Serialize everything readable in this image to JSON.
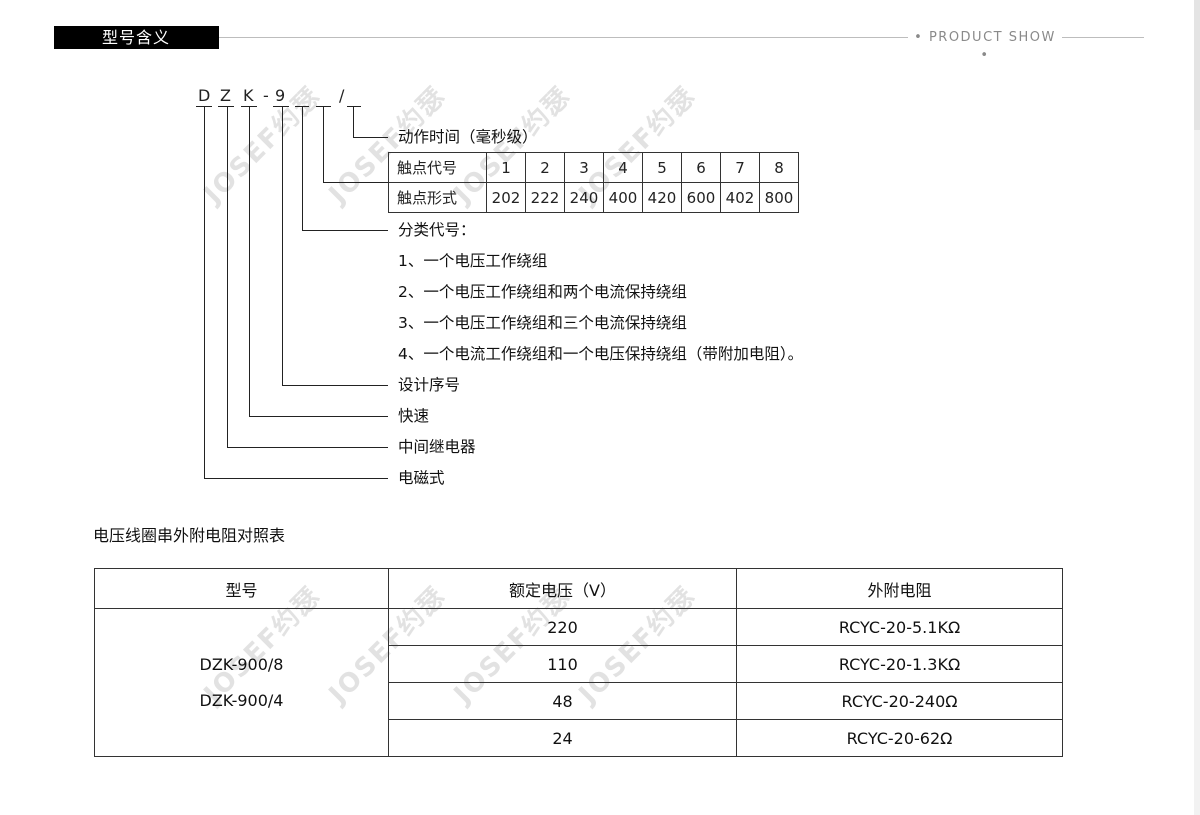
{
  "header": {
    "section_title": "型号含义",
    "product_show": "• PRODUCT SHOW •"
  },
  "code": [
    "D",
    "Z",
    "K",
    "-",
    "9",
    "/"
  ],
  "descriptions": {
    "action_time": "动作时间（毫秒级）",
    "classification": "分类代号：",
    "class_items": [
      "1、一个电压工作绕组",
      "2、一个电压工作绕组和两个电流保持绕组",
      "3、一个电压工作绕组和三个电流保持绕组",
      "4、一个电流工作绕组和一个电压保持绕组（带附加电阻）。"
    ],
    "design_number": "设计序号",
    "fast": "快速",
    "intermediate_relay": "中间继电器",
    "electromagnetic": "电磁式"
  },
  "contact_table": {
    "row1_label": "触点代号",
    "row1": [
      "1",
      "2",
      "3",
      "4",
      "5",
      "6",
      "7",
      "8"
    ],
    "row2_label": "触点形式",
    "row2": [
      "202",
      "222",
      "240",
      "400",
      "420",
      "600",
      "402",
      "800"
    ]
  },
  "resistor_table": {
    "title": "电压线圈串外附电阻对照表",
    "headers": [
      "型号",
      "额定电压（V）",
      "外附电阻"
    ],
    "models": [
      "DZK-900/8",
      "DZK-900/4"
    ],
    "rows": [
      {
        "voltage": "220",
        "resistor": "RCYC-20-5.1KΩ"
      },
      {
        "voltage": "110",
        "resistor": "RCYC-20-1.3KΩ"
      },
      {
        "voltage": "48",
        "resistor": "RCYC-20-240Ω"
      },
      {
        "voltage": "24",
        "resistor": "RCYC-20-62Ω"
      }
    ]
  },
  "watermark": "JOSEF约瑟"
}
